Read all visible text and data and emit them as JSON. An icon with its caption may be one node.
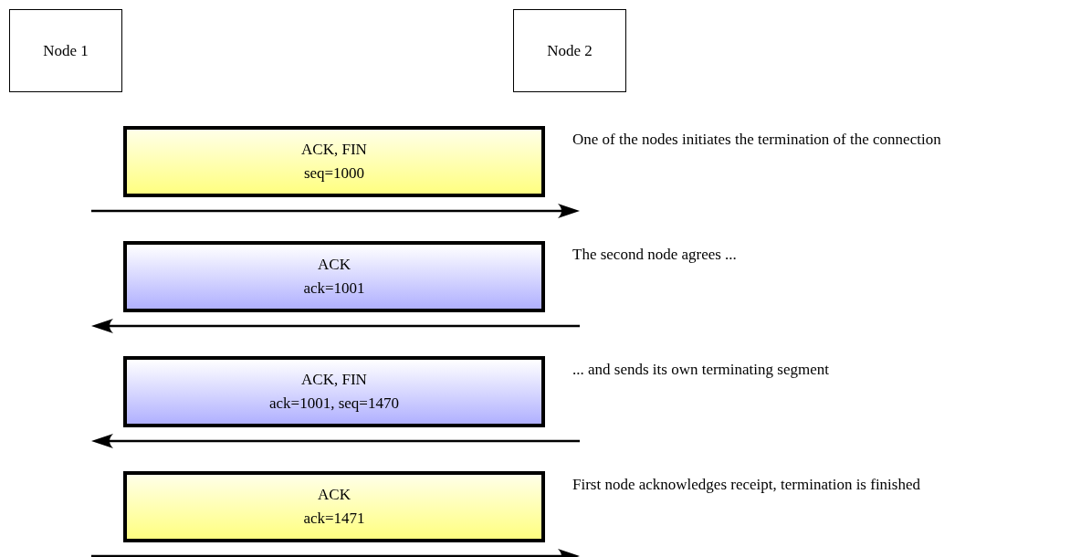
{
  "diagram": {
    "nodes": [
      {
        "text": [
          "Node 1"
        ]
      },
      {
        "text": [
          "Node 2"
        ]
      },
      {
        "text": [
          "ACK, FIN",
          "seq=1000"
        ],
        "beside": [
          "One of the nodes initiates the termination of the connection"
        ]
      },
      {
        "text": [
          "ACK",
          "ack=1001"
        ],
        "beside": [
          "The second node agrees ..."
        ]
      },
      {
        "text": [
          "ACK, FIN",
          "ack=1001, seq=1470"
        ],
        "beside": [
          "... and sends its own terminating segment"
        ]
      },
      {
        "text": [
          "ACK",
          "ack=1471"
        ],
        "beside": [
          "First node acknowledges receipt, termination is finished"
        ]
      }
    ]
  }
}
